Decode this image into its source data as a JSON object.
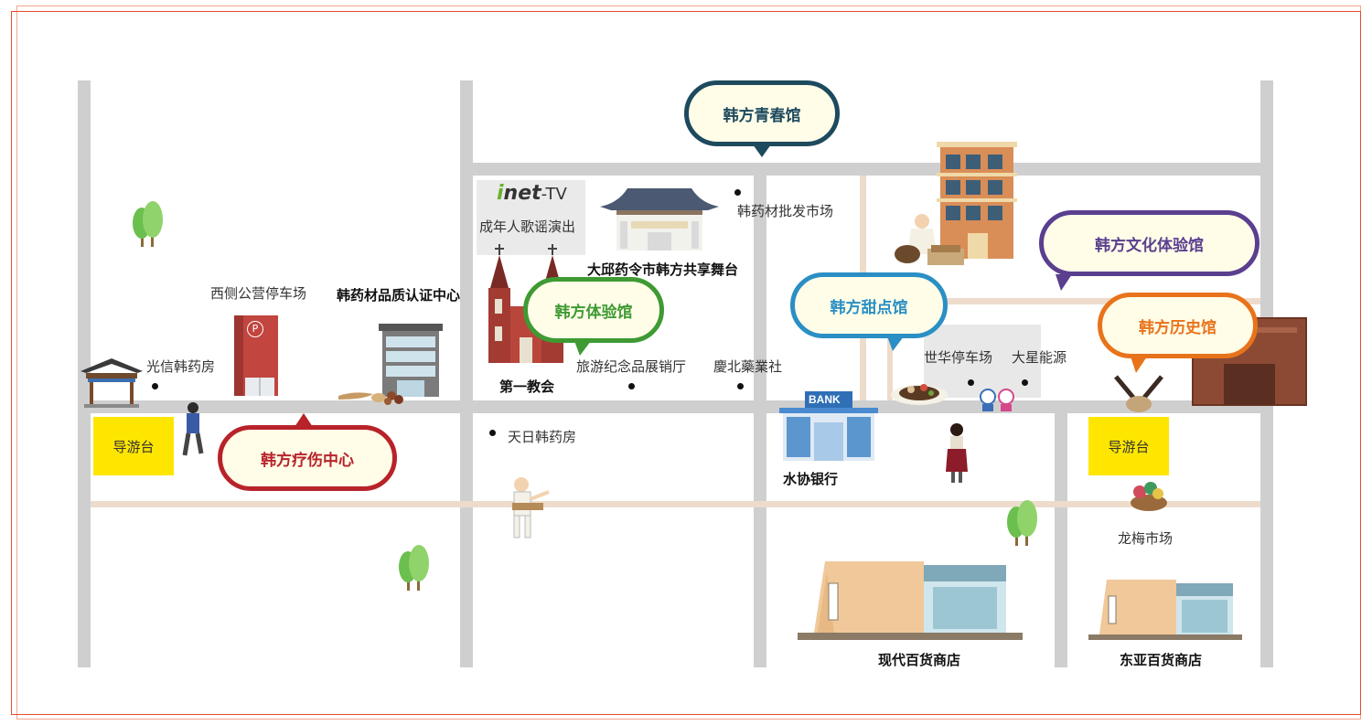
{
  "bubbles": {
    "qingchun": "韩方青春馆",
    "wenhua": "韩方文化体验馆",
    "tiyan": "韩方体验馆",
    "tiandian": "韩方甜点馆",
    "lishi": "韩方历史馆",
    "liaoshang": "韩方疗伤中心"
  },
  "labels": {
    "inet_brand_i": "i",
    "inet_brand_net": "net",
    "inet_brand_tv": "-TV",
    "inet_show": "成年人歌谣演出",
    "stage": "大邱药令市韩方共享舞台",
    "wholesale": "韩药材批发市场",
    "west_parking": "西侧公营停车场",
    "quality_center": "韩药材品质认证中心",
    "guangxin": "光信韩药房",
    "first_church": "第一教会",
    "souvenir": "旅游纪念品展销厅",
    "kyungbuk": "慶北藥業社",
    "sehwa_parking": "世华停车场",
    "daxing": "大星能源",
    "tianri": "天日韩药房",
    "nonghyup": "水协银行",
    "bank_sign": "BANK",
    "longmei": "龙梅市场",
    "hyundai": "现代百货商店",
    "dongya": "东亚百货商店",
    "parking_sign": "P"
  },
  "info_desks": [
    "导游台",
    "导游台"
  ],
  "colors": {
    "qingchun": "#1e4a5e",
    "wenhua": "#5b3f8f",
    "tiyan": "#3f9a33",
    "tiandian": "#2a8fc4",
    "lishi": "#e8731b",
    "liaoshang": "#b8232a",
    "info_desk": "#ffe600",
    "road": "#cfcfcf",
    "frame": "#e34c2b"
  }
}
